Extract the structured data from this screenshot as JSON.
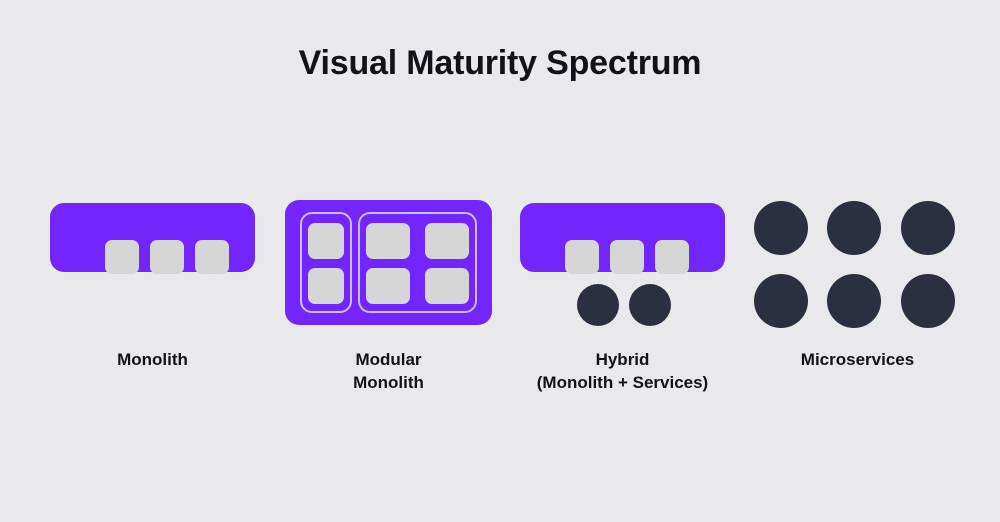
{
  "figure": {
    "title": "Visual Maturity Spectrum",
    "background_color": "#e9e9eb",
    "title_color": "#111318"
  },
  "palette": {
    "monolith_purple": "#7226fb",
    "module_cell_gray": "#d6d6d6",
    "module_border": "#cfbcf9",
    "service_dark": "#2b3040"
  },
  "chart_data": {
    "type": "diagram",
    "title": "Visual Maturity Spectrum",
    "categories": [
      "Monolith",
      "Modular Monolith",
      "Hybrid (Monolith + Services)",
      "Microservices"
    ],
    "stages": [
      {
        "name": "Monolith",
        "label_lines": [
          "Monolith"
        ],
        "monolith_blocks": 1,
        "internal_cells": 3,
        "module_groups": 0,
        "standalone_services": 0
      },
      {
        "name": "Modular Monolith",
        "label_lines": [
          "Modular",
          "Monolith"
        ],
        "monolith_blocks": 1,
        "internal_cells": 6,
        "module_groups": 2,
        "module_group_cells": [
          2,
          4
        ],
        "standalone_services": 0
      },
      {
        "name": "Hybrid",
        "label_lines": [
          "Hybrid",
          "(Monolith + Services)"
        ],
        "monolith_blocks": 1,
        "internal_cells": 3,
        "module_groups": 0,
        "standalone_services": 2
      },
      {
        "name": "Microservices",
        "label_lines": [
          "Microservices"
        ],
        "monolith_blocks": 0,
        "internal_cells": 0,
        "module_groups": 0,
        "standalone_services": 6
      }
    ]
  },
  "captions": {
    "monolith": "Monolith",
    "modular_line1": "Modular",
    "modular_line2": "Monolith",
    "hybrid_line1": "Hybrid",
    "hybrid_line2": "(Monolith + Services)",
    "microservices": "Microservices"
  }
}
